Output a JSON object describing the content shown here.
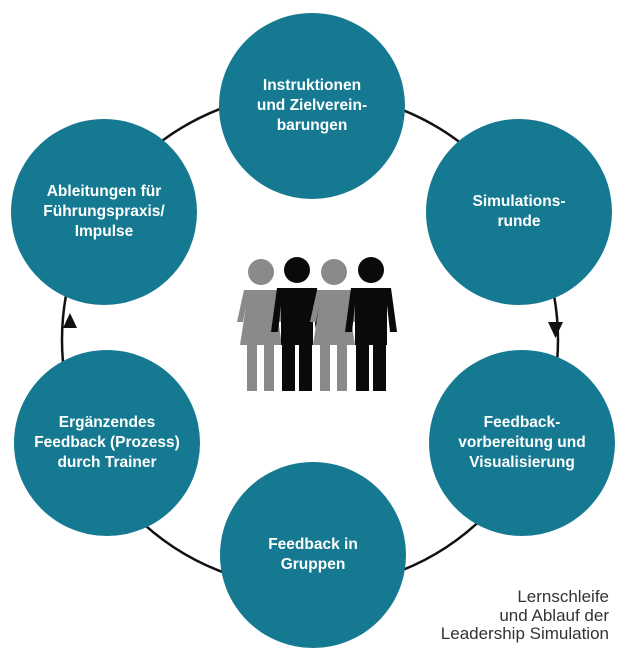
{
  "colors": {
    "node_fill": "#157a91",
    "ring": "#111111",
    "person_grey": "#8a8a8a",
    "person_black": "#0a0a0a"
  },
  "nodes": [
    {
      "id": "instruktionen",
      "label": "Instruktionen\nund Zielverein-\nbarungen"
    },
    {
      "id": "simulationsrunde",
      "label": "Simulations-\nrunde"
    },
    {
      "id": "feedbackvorbereitung",
      "label": "Feedback-\nvorbereitung und\nVisualisierung"
    },
    {
      "id": "feedback-gruppen",
      "label": "Feedback in\nGruppen"
    },
    {
      "id": "ergaenzendes-feedback",
      "label": "Ergänzendes\nFeedback (Prozess)\ndurch Trainer"
    },
    {
      "id": "ableitungen",
      "label": "Ableitungen für\nFührungspraxis/\nImpulse"
    }
  ],
  "center_icon": "group-of-people-icon",
  "caption": "Lernschleife\nund Ablauf der\nLeadership Simulation"
}
